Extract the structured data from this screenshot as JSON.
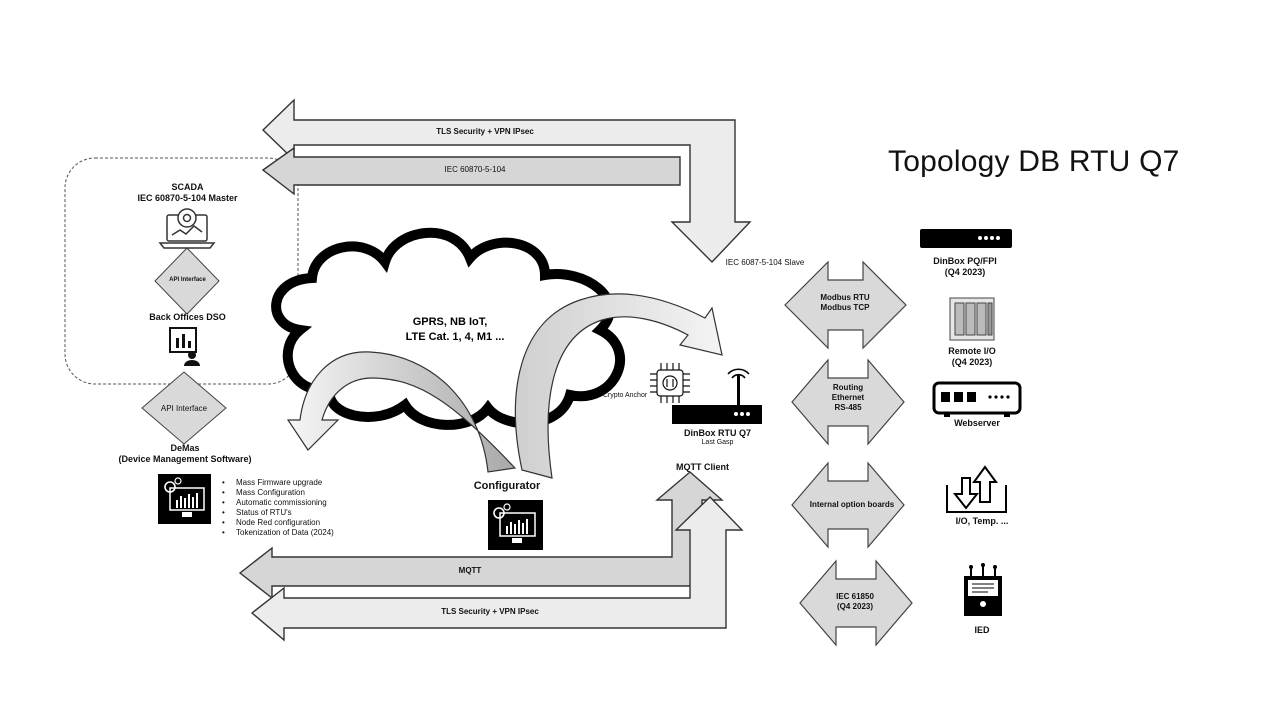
{
  "title": "Topology DB RTU Q7",
  "scada": {
    "line1": "SCADA",
    "line2": "IEC 60870-5-104  Master"
  },
  "api_small": "API Interface",
  "back_offices": "Back Offices DSO",
  "api_large": "API Interface",
  "demas": {
    "line1": "DeMas",
    "line2": "(Device Management Software)"
  },
  "demas_features": [
    "Mass Firmware upgrade",
    "Mass Configuration",
    "Automatic commissioning",
    "Status of RTU's",
    "Node Red configuration",
    "Tokenization of Data (2024)"
  ],
  "arrows": {
    "tls_top": "TLS Security + VPN IPsec",
    "iec_top": "IEC 60870-5-104",
    "mqtt_bottom": "MQTT",
    "tls_bottom": "TLS Security + VPN IPsec"
  },
  "cloud": {
    "line1": "GPRS, NB IoT,",
    "line2": "LTE Cat. 1, 4, M1 ..."
  },
  "configurator": "Configurator",
  "slave_label": "IEC 6087-5-104 Slave",
  "crypto_anchor": "Crypto Anchor",
  "dinbox_rtu": {
    "line1": "DinBox RTU Q7",
    "line2": "Last Gasp"
  },
  "mqtt_client": "MQTT Client",
  "interfaces": [
    {
      "line1": "Modbus RTU",
      "line2": "Modbus TCP",
      "line3": ""
    },
    {
      "line1": "Routing",
      "line2": "Ethernet",
      "line3": "RS-485"
    },
    {
      "line1": "Internal option boards",
      "line2": "",
      "line3": ""
    },
    {
      "line1": "IEC 61850",
      "line2": "(Q4 2023)",
      "line3": ""
    }
  ],
  "devices": {
    "dinbox_pq": {
      "line1": "DinBox PQ/FPI",
      "line2": "(Q4 2023)"
    },
    "remote_io": {
      "line1": "Remote I/O",
      "line2": "(Q4 2023)"
    },
    "webserver": "Webserver",
    "io_temp": "I/O,  Temp. ...",
    "ied": "IED"
  },
  "colors": {
    "arrow_fill": "#d7d7d7",
    "arrow_fill_light": "#ececec",
    "stroke": "#333333",
    "icon_bg": "#000000"
  }
}
